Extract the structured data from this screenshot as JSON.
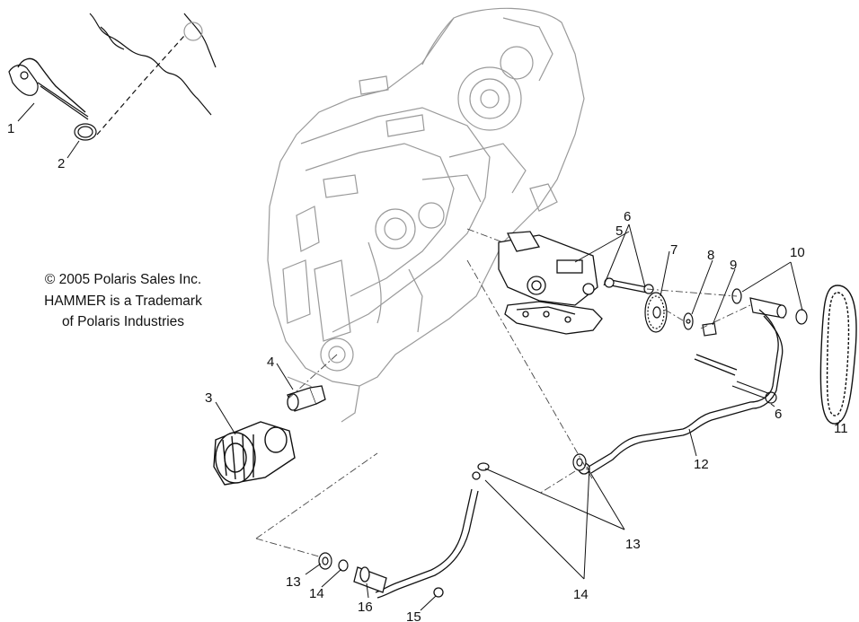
{
  "copyright": {
    "line1": "© 2005 Polaris Sales Inc.",
    "line2": "HAMMER is a Trademark",
    "line3": "of Polaris Industries"
  },
  "callouts": {
    "c1": "1",
    "c2": "2",
    "c3": "3",
    "c4": "4",
    "c5": "5",
    "c6a": "6",
    "c6b": "6",
    "c7": "7",
    "c8": "8",
    "c9": "9",
    "c10": "10",
    "c11": "11",
    "c12": "12",
    "c13a": "13",
    "c13b": "13",
    "c14a": "14",
    "c14b": "14",
    "c15": "15",
    "c16": "16"
  },
  "colors": {
    "ink": "#111111",
    "ghost": "#9a9a9a",
    "paper": "#ffffff"
  }
}
